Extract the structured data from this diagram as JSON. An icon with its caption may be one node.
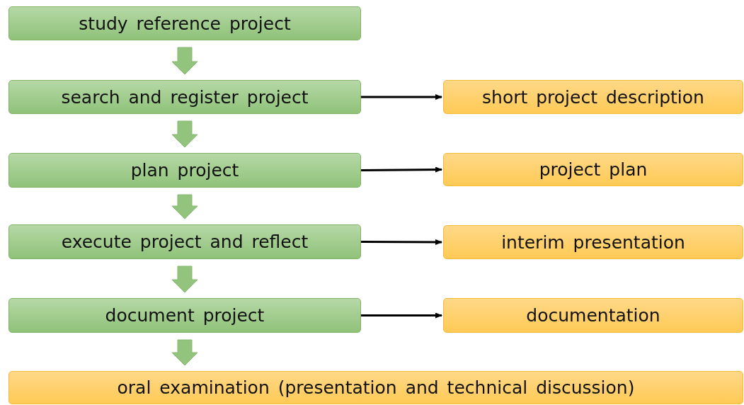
{
  "diagram": {
    "nodes": [
      {
        "text": [
          "study reference project"
        ]
      },
      {
        "text": [
          "search and register project"
        ]
      },
      {
        "text": [
          "short project description"
        ]
      },
      {
        "text": [
          "plan project"
        ]
      },
      {
        "text": [
          "project plan"
        ]
      },
      {
        "text": [
          "execute project and reflect"
        ]
      },
      {
        "text": [
          "interim presentation"
        ]
      },
      {
        "text": [
          "document project"
        ]
      },
      {
        "text": [
          "documentation"
        ]
      },
      {
        "text": [
          "oral examination (presentation and technical discussion)"
        ]
      }
    ],
    "edges": [
      {
        "from": 0,
        "to": 1,
        "arrow": "to",
        "style": "thick",
        "color": "#93c47d"
      },
      {
        "from": 1,
        "to": 3,
        "arrow": "to",
        "style": "thick",
        "color": "#93c47d"
      },
      {
        "from": 3,
        "to": 5,
        "arrow": "to",
        "style": "thick",
        "color": "#93c47d"
      },
      {
        "from": 5,
        "to": 7,
        "arrow": "to",
        "style": "thick",
        "color": "#93c47d"
      },
      {
        "from": 7,
        "to": 9,
        "arrow": "to",
        "style": "thick",
        "color": "#93c47d"
      },
      {
        "from": 1,
        "to": 2,
        "arrow": "to"
      },
      {
        "from": 3,
        "to": 4,
        "arrow": "to"
      },
      {
        "from": 5,
        "to": 6,
        "arrow": "to"
      },
      {
        "from": 7,
        "to": 8,
        "arrow": "to"
      }
    ]
  }
}
